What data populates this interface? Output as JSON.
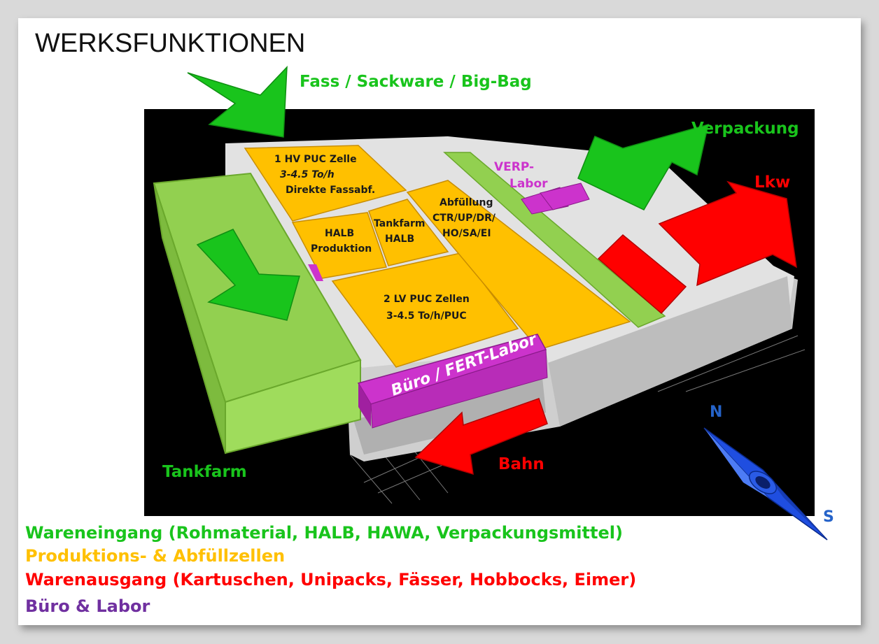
{
  "title": "WERKSFUNKTIONEN",
  "colors": {
    "inbound": "#19c41c",
    "production": "#ffc000",
    "outbound": "#ff0000",
    "office_lab": "#7030a0",
    "lab_fill": "#cc33cc",
    "tankfarm_fill": "#92d050",
    "compass": "#1f4ee0",
    "compass_label": "#2563c9"
  },
  "arrows": {
    "fass": "Fass / Sackware / Big-Bag",
    "verpackung": "Verpackung",
    "lkw": "Lkw",
    "bahn": "Bahn",
    "tankfarm": "Tankfarm"
  },
  "zones": {
    "hv_puc": [
      "1 HV PUC Zelle",
      "3-4.5 To/h",
      "Direkte Fassabf."
    ],
    "halb_produktion": [
      "HALB",
      "Produktion"
    ],
    "tankfarm_halb": [
      "Tankfarm",
      "HALB"
    ],
    "lv_puc": [
      "2 LV PUC Zellen",
      "3-4.5 To/h/PUC"
    ],
    "abfuellung": [
      "Abfüllung",
      "CTR/UP/DR/",
      "HO/SA/EI"
    ],
    "verp_labor": [
      "VERP-",
      "Labor"
    ],
    "buero": "Büro / FERT-Labor"
  },
  "compass": {
    "north": "N",
    "south": "S"
  },
  "legend": [
    {
      "text": "Wareneingang (Rohmaterial, HALB, HAWA, Verpackungsmittel)",
      "color": "#19c41c"
    },
    {
      "text": "Produktions- & Abfüllzellen",
      "color": "#ffc000"
    },
    {
      "text": "Warenausgang (Kartuschen, Unipacks, Fässer, Hobbocks, Eimer)",
      "color": "#ff0000"
    },
    {
      "text": "Büro & Labor",
      "color": "#7030a0"
    }
  ]
}
